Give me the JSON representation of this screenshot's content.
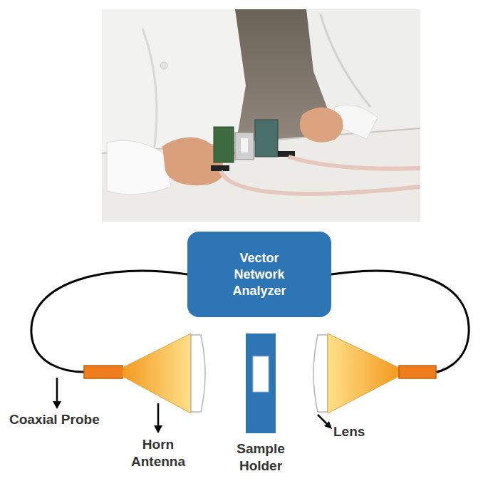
{
  "diagram": {
    "nodes": [
      {
        "text": [
          "Vector Network Analyzer"
        ]
      }
    ],
    "labels": [
      "Coaxial Probe",
      "Horn Antenna",
      "Sample Holder",
      "Lens"
    ]
  }
}
